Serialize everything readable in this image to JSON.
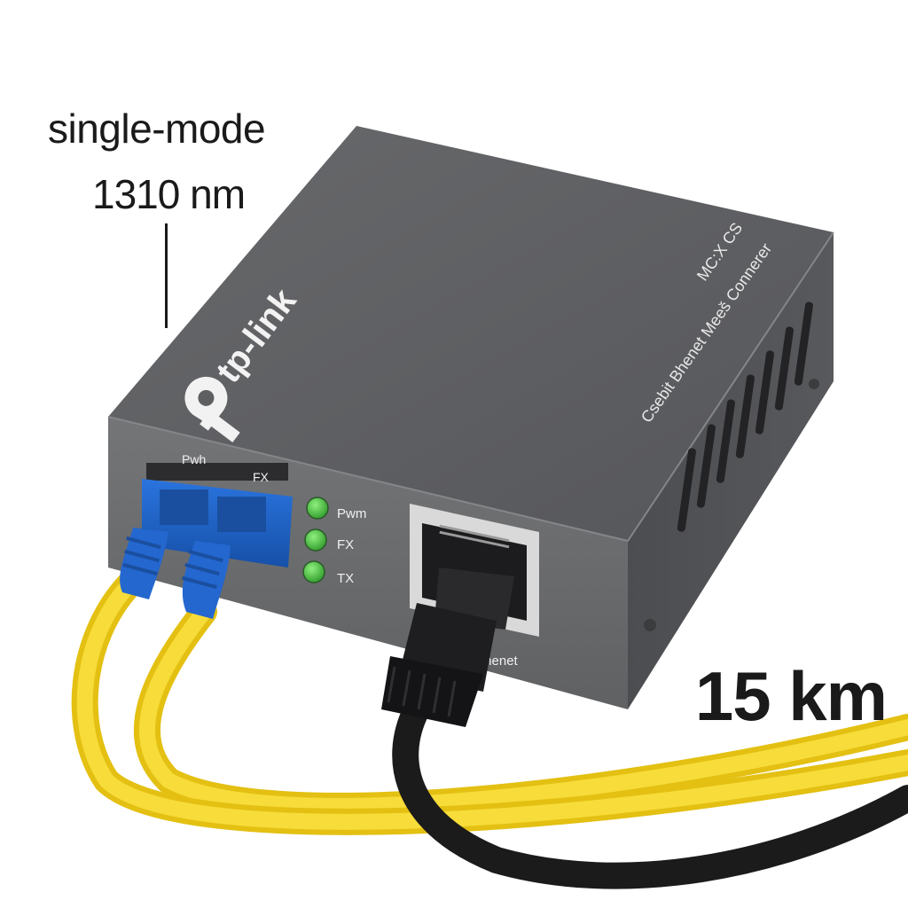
{
  "callouts": {
    "mode": "single-mode",
    "wavelength": "1310 nm",
    "distance": "15 km"
  },
  "device": {
    "brand": "tp-link",
    "side_model": "MC:X CS",
    "side_desc": "Csebit Bhenet Meeš Connerer",
    "port_label_fiber_1": "Pwh",
    "port_label_fiber_2": "FX",
    "port_label_ethernet": "thenet",
    "leds": [
      {
        "label": "Pwm",
        "color": "#3fbf3a"
      },
      {
        "label": "FX",
        "color": "#3fbf3a"
      },
      {
        "label": "TX",
        "color": "#3fbf3a"
      }
    ]
  },
  "colors": {
    "chassis_top": "#5f6062",
    "chassis_front": "#6b6c6e",
    "chassis_side": "#4e4f51",
    "fiber_connector": "#1d5fc4",
    "fiber_cable": "#f3d11b",
    "ethernet_cable": "#1b1b1b",
    "led_green": "#3fbf3a"
  },
  "icons": [
    "tp-link-logo-icon",
    "rj45-port-icon",
    "sc-duplex-connector-icon"
  ]
}
